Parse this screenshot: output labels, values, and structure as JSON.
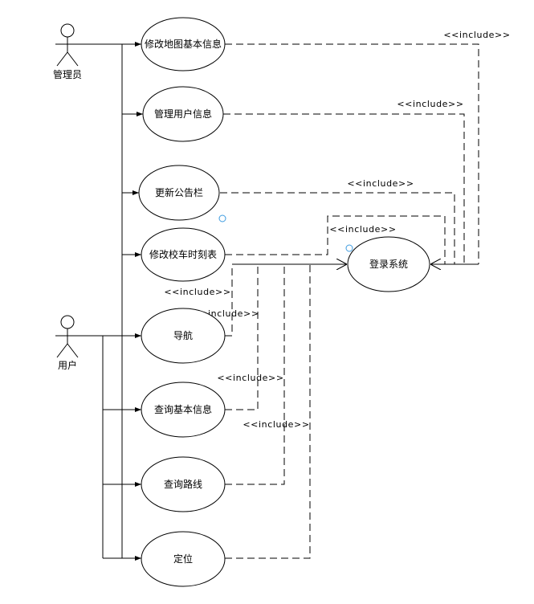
{
  "actors": {
    "admin": "管理员",
    "user": "用户"
  },
  "use_cases": {
    "edit_map_info": "修改地图基本信息",
    "manage_user_info": "管理用户信息",
    "update_bulletin": "更新公告栏",
    "edit_bus_schedule": "修改校车时刻表",
    "navigation": "导航",
    "query_basic_info": "查询基本信息",
    "query_route": "查询路线",
    "locate": "定位",
    "login": "登录系统"
  },
  "include_labels": [
    "<<include>>",
    "<<include>>",
    "<<include>>",
    "<<include>>",
    "<<include>>",
    "include>>",
    "<<include>>",
    "<<include>>"
  ],
  "colors": {
    "line": "#000000",
    "background": "#ffffff",
    "connection_point": "#3d9be0"
  }
}
